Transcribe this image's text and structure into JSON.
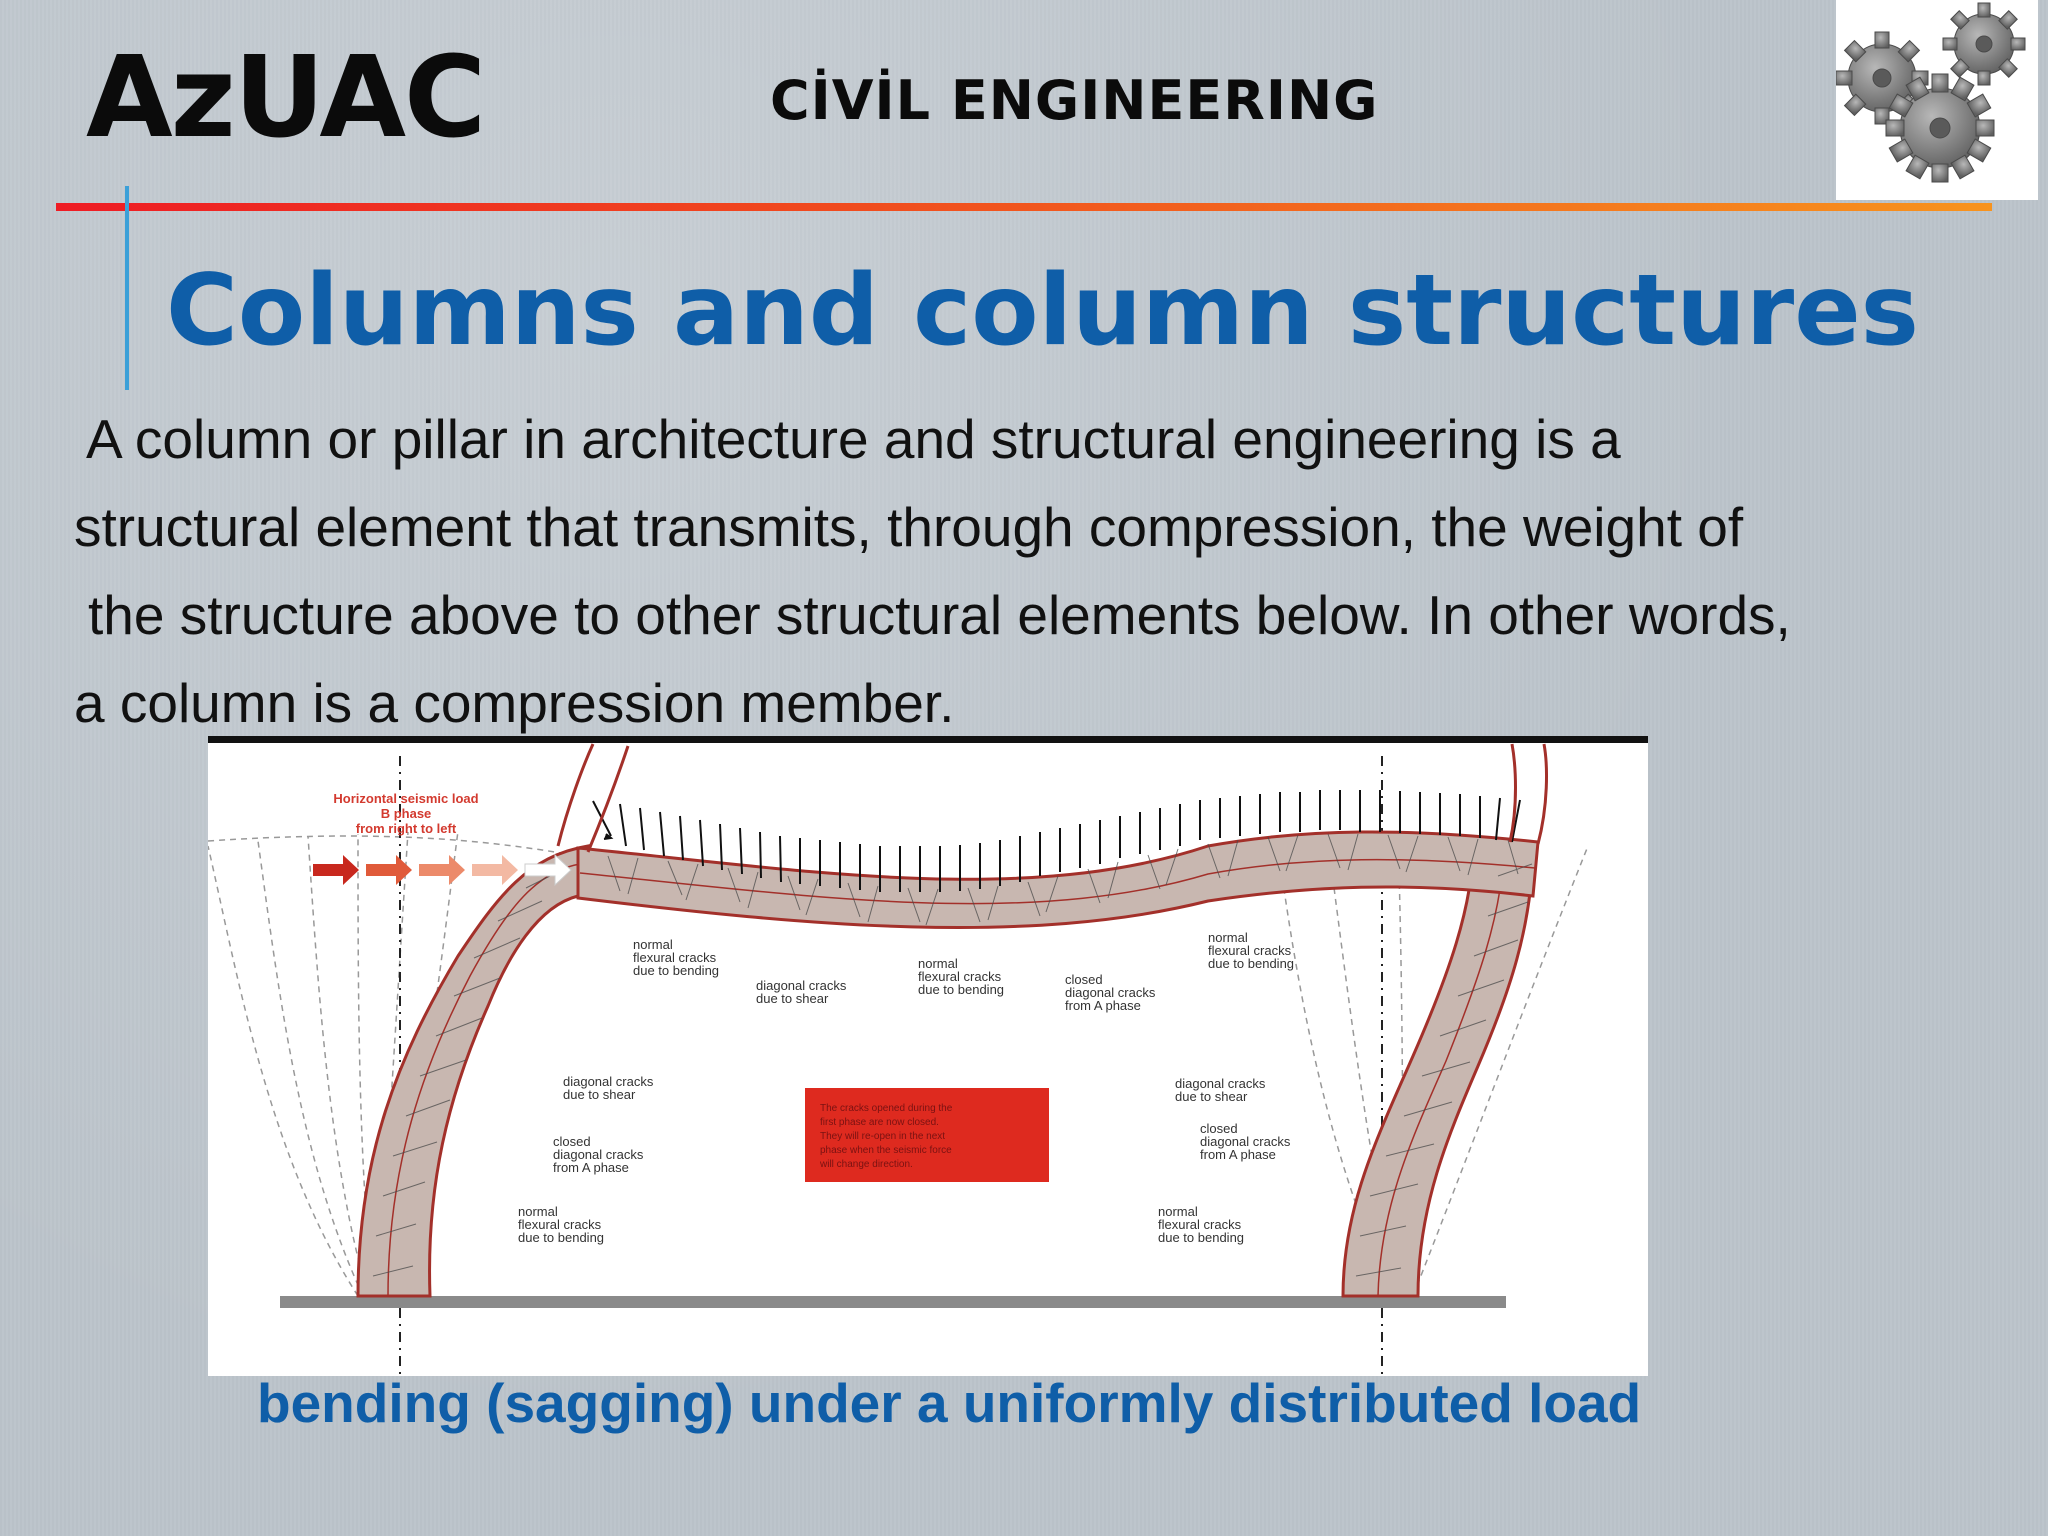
{
  "header": {
    "brand": "AzUAC",
    "department": "CİVİL ENGINEERING",
    "logo_icon": "gears-icon"
  },
  "colors": {
    "title_blue": "#0f5ea8",
    "rule_start": "#ee1c24",
    "rule_end": "#f7931e",
    "accent_vertical": "#3ca0d8"
  },
  "slide": {
    "title": "Columns and column structures",
    "body_lines": [
      "A column or pillar in architecture and structural engineering is a",
      "structural element that transmits, through compression, the weight of",
      "the structure above to other structural elements below. In other words,",
      "a column is a compression member."
    ],
    "caption": "bending (sagging) under a uniformly distributed load"
  },
  "figure": {
    "seismic_label": [
      "Horizontal seismic load",
      "B phase",
      "from right to left"
    ],
    "labels": {
      "left_normal_top": [
        "normal",
        "flexural cracks",
        "due to bending"
      ],
      "diagonal_shear_beam": [
        "diagonal cracks",
        "due to shear"
      ],
      "beam_normal": [
        "normal",
        "flexural cracks",
        "due to bending"
      ],
      "beam_closed": [
        "closed",
        "diagonal cracks",
        "from A phase"
      ],
      "right_normal_top": [
        "normal",
        "flexural cracks",
        "due to bending"
      ],
      "left_diag_shear": [
        "diagonal cracks",
        "due to shear"
      ],
      "left_closed": [
        "closed",
        "diagonal cracks",
        "from A phase"
      ],
      "left_normal_bottom": [
        "normal",
        "flexural cracks",
        "due to bending"
      ],
      "right_diag_shear": [
        "diagonal cracks",
        "due to shear"
      ],
      "right_closed": [
        "closed",
        "diagonal cracks",
        "from A phase"
      ],
      "right_normal_bottom": [
        "normal",
        "flexural cracks",
        "due to bending"
      ]
    },
    "note": [
      "The cracks opened during the",
      "first phase are now closed.",
      "They will re-open in the next",
      "phase when the seismic force",
      "will change direction."
    ]
  }
}
